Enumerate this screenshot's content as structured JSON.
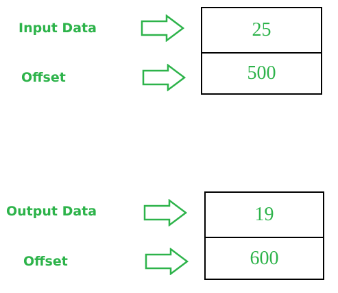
{
  "colors": {
    "label": "#2db34a",
    "arrow": "#2db34a",
    "value": "#2db34a",
    "border": "#000000"
  },
  "icons": {
    "arrow": "right-arrow-outline-icon"
  },
  "input": {
    "data_label": "Input Data",
    "offset_label": "Offset",
    "data_value": "25",
    "offset_value": "500"
  },
  "output": {
    "data_label": "Output Data",
    "offset_label": "Offset",
    "data_value": "19",
    "offset_value": "600"
  }
}
